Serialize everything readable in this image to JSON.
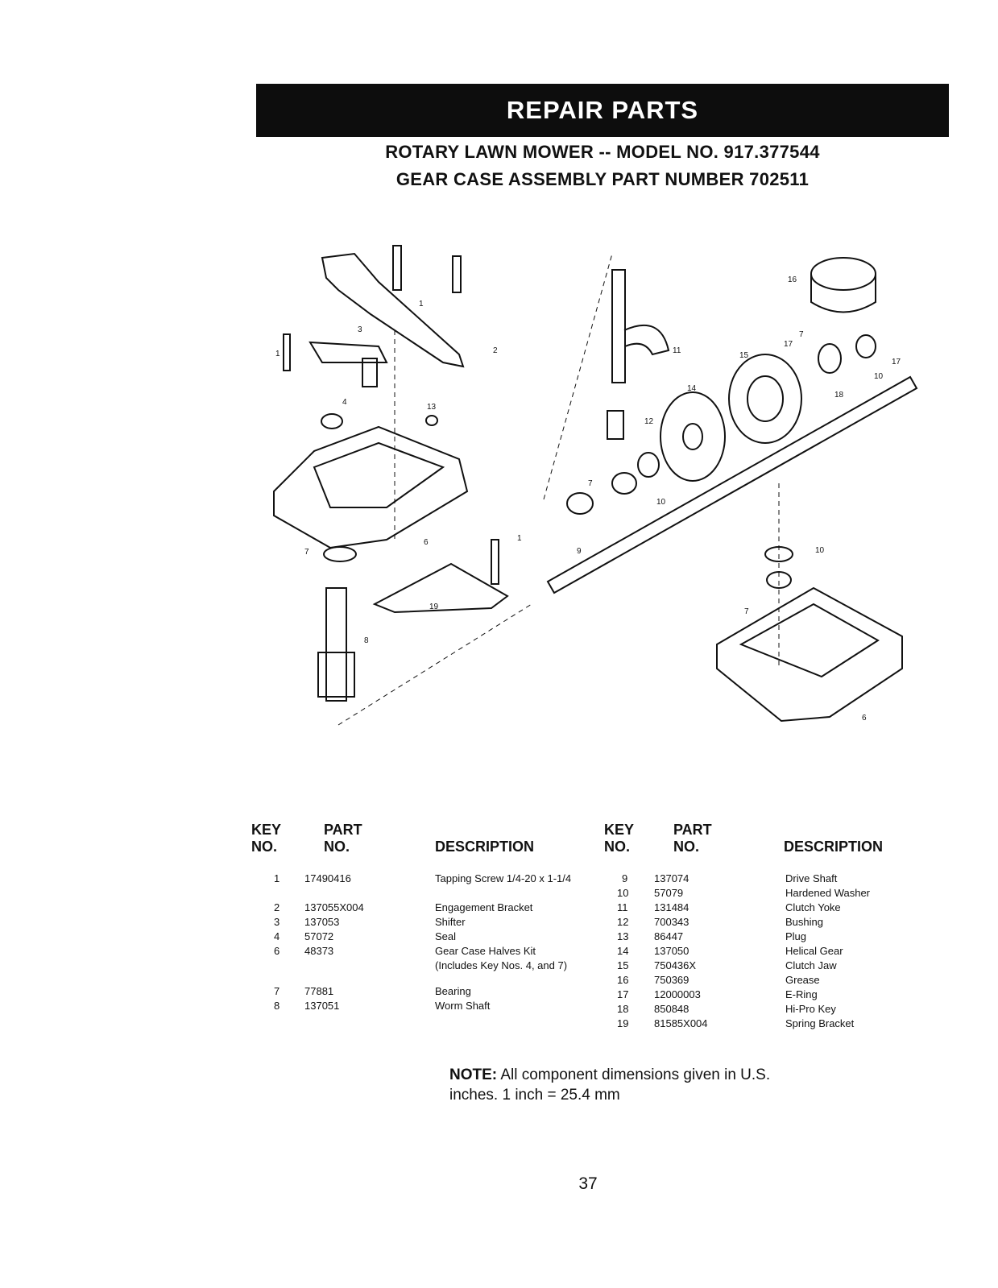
{
  "banner": "REPAIR PARTS",
  "title_line1": "ROTARY LAWN MOWER -- MODEL NO. 917.377544",
  "title_line2": "GEAR CASE ASSEMBLY PART NUMBER 702511",
  "callouts": [
    "1",
    "1",
    "2",
    "3",
    "4",
    "13",
    "6",
    "7",
    "8",
    "19",
    "1",
    "11",
    "12",
    "14",
    "15",
    "16",
    "17",
    "7",
    "17",
    "10",
    "18",
    "7",
    "10",
    "9",
    "10",
    "7",
    "6"
  ],
  "table": {
    "headers": {
      "key_no": "KEY NO.",
      "part_no": "PART NO.",
      "description": "DESCRIPTION"
    },
    "left": [
      {
        "key": "1",
        "part": "17490416",
        "desc": "Tapping Screw 1/4-20 x 1-1/4"
      },
      {
        "key": "2",
        "part": "137055X004",
        "desc": "Engagement Bracket"
      },
      {
        "key": "3",
        "part": "137053",
        "desc": "Shifter"
      },
      {
        "key": "4",
        "part": "57072",
        "desc": "Seal"
      },
      {
        "key": "6",
        "part": "48373",
        "desc": "Gear Case Halves Kit (Includes Key Nos. 4, and 7)"
      },
      {
        "key": "7",
        "part": "77881",
        "desc": "Bearing"
      },
      {
        "key": "8",
        "part": "137051",
        "desc": "Worm Shaft"
      }
    ],
    "right": [
      {
        "key": "9",
        "part": "137074",
        "desc": "Drive Shaft"
      },
      {
        "key": "10",
        "part": "57079",
        "desc": "Hardened Washer"
      },
      {
        "key": "11",
        "part": "131484",
        "desc": "Clutch Yoke"
      },
      {
        "key": "12",
        "part": "700343",
        "desc": "Bushing"
      },
      {
        "key": "13",
        "part": "86447",
        "desc": "Plug"
      },
      {
        "key": "14",
        "part": "137050",
        "desc": "Helical Gear"
      },
      {
        "key": "15",
        "part": "750436X",
        "desc": "Clutch Jaw"
      },
      {
        "key": "16",
        "part": "750369",
        "desc": "Grease"
      },
      {
        "key": "17",
        "part": "12000003",
        "desc": "E-Ring"
      },
      {
        "key": "18",
        "part": "850848",
        "desc": "Hi-Pro Key"
      },
      {
        "key": "19",
        "part": "81585X004",
        "desc": "Spring Bracket"
      }
    ]
  },
  "note": {
    "label": "NOTE:",
    "text": "All component dimensions given in U.S. inches. 1 inch = 25.4 mm"
  },
  "page_number": "37"
}
